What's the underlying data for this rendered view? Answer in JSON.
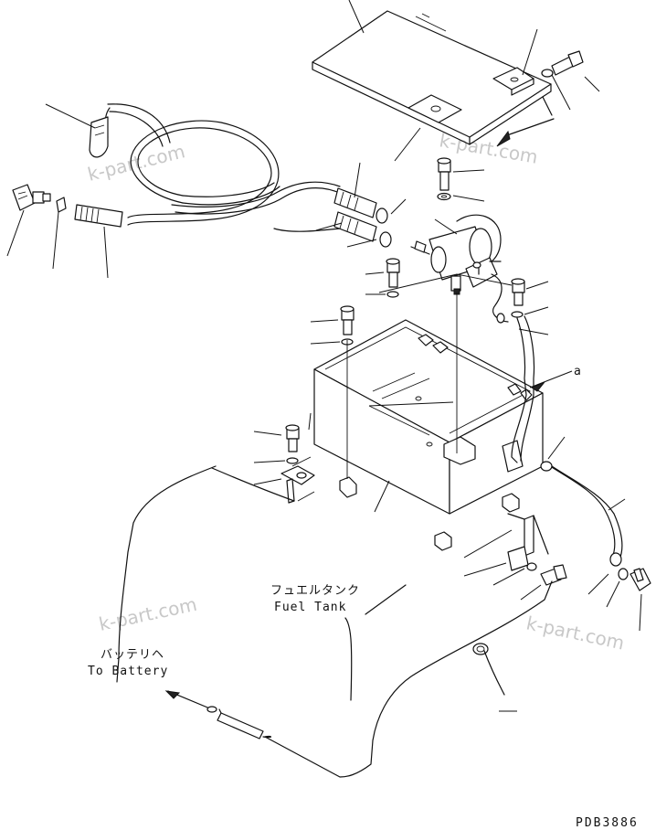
{
  "labels": {
    "fuel_tank_jp": "フュエルタンク",
    "fuel_tank_en": "Fuel Tank",
    "battery_jp": "バッテリヘ",
    "battery_en": "To Battery",
    "view_a": "a",
    "drawing_code": "PDB3886"
  },
  "watermarks": [
    "k-part.com",
    "k-part.com",
    "k-part.com",
    "k-part.com"
  ]
}
